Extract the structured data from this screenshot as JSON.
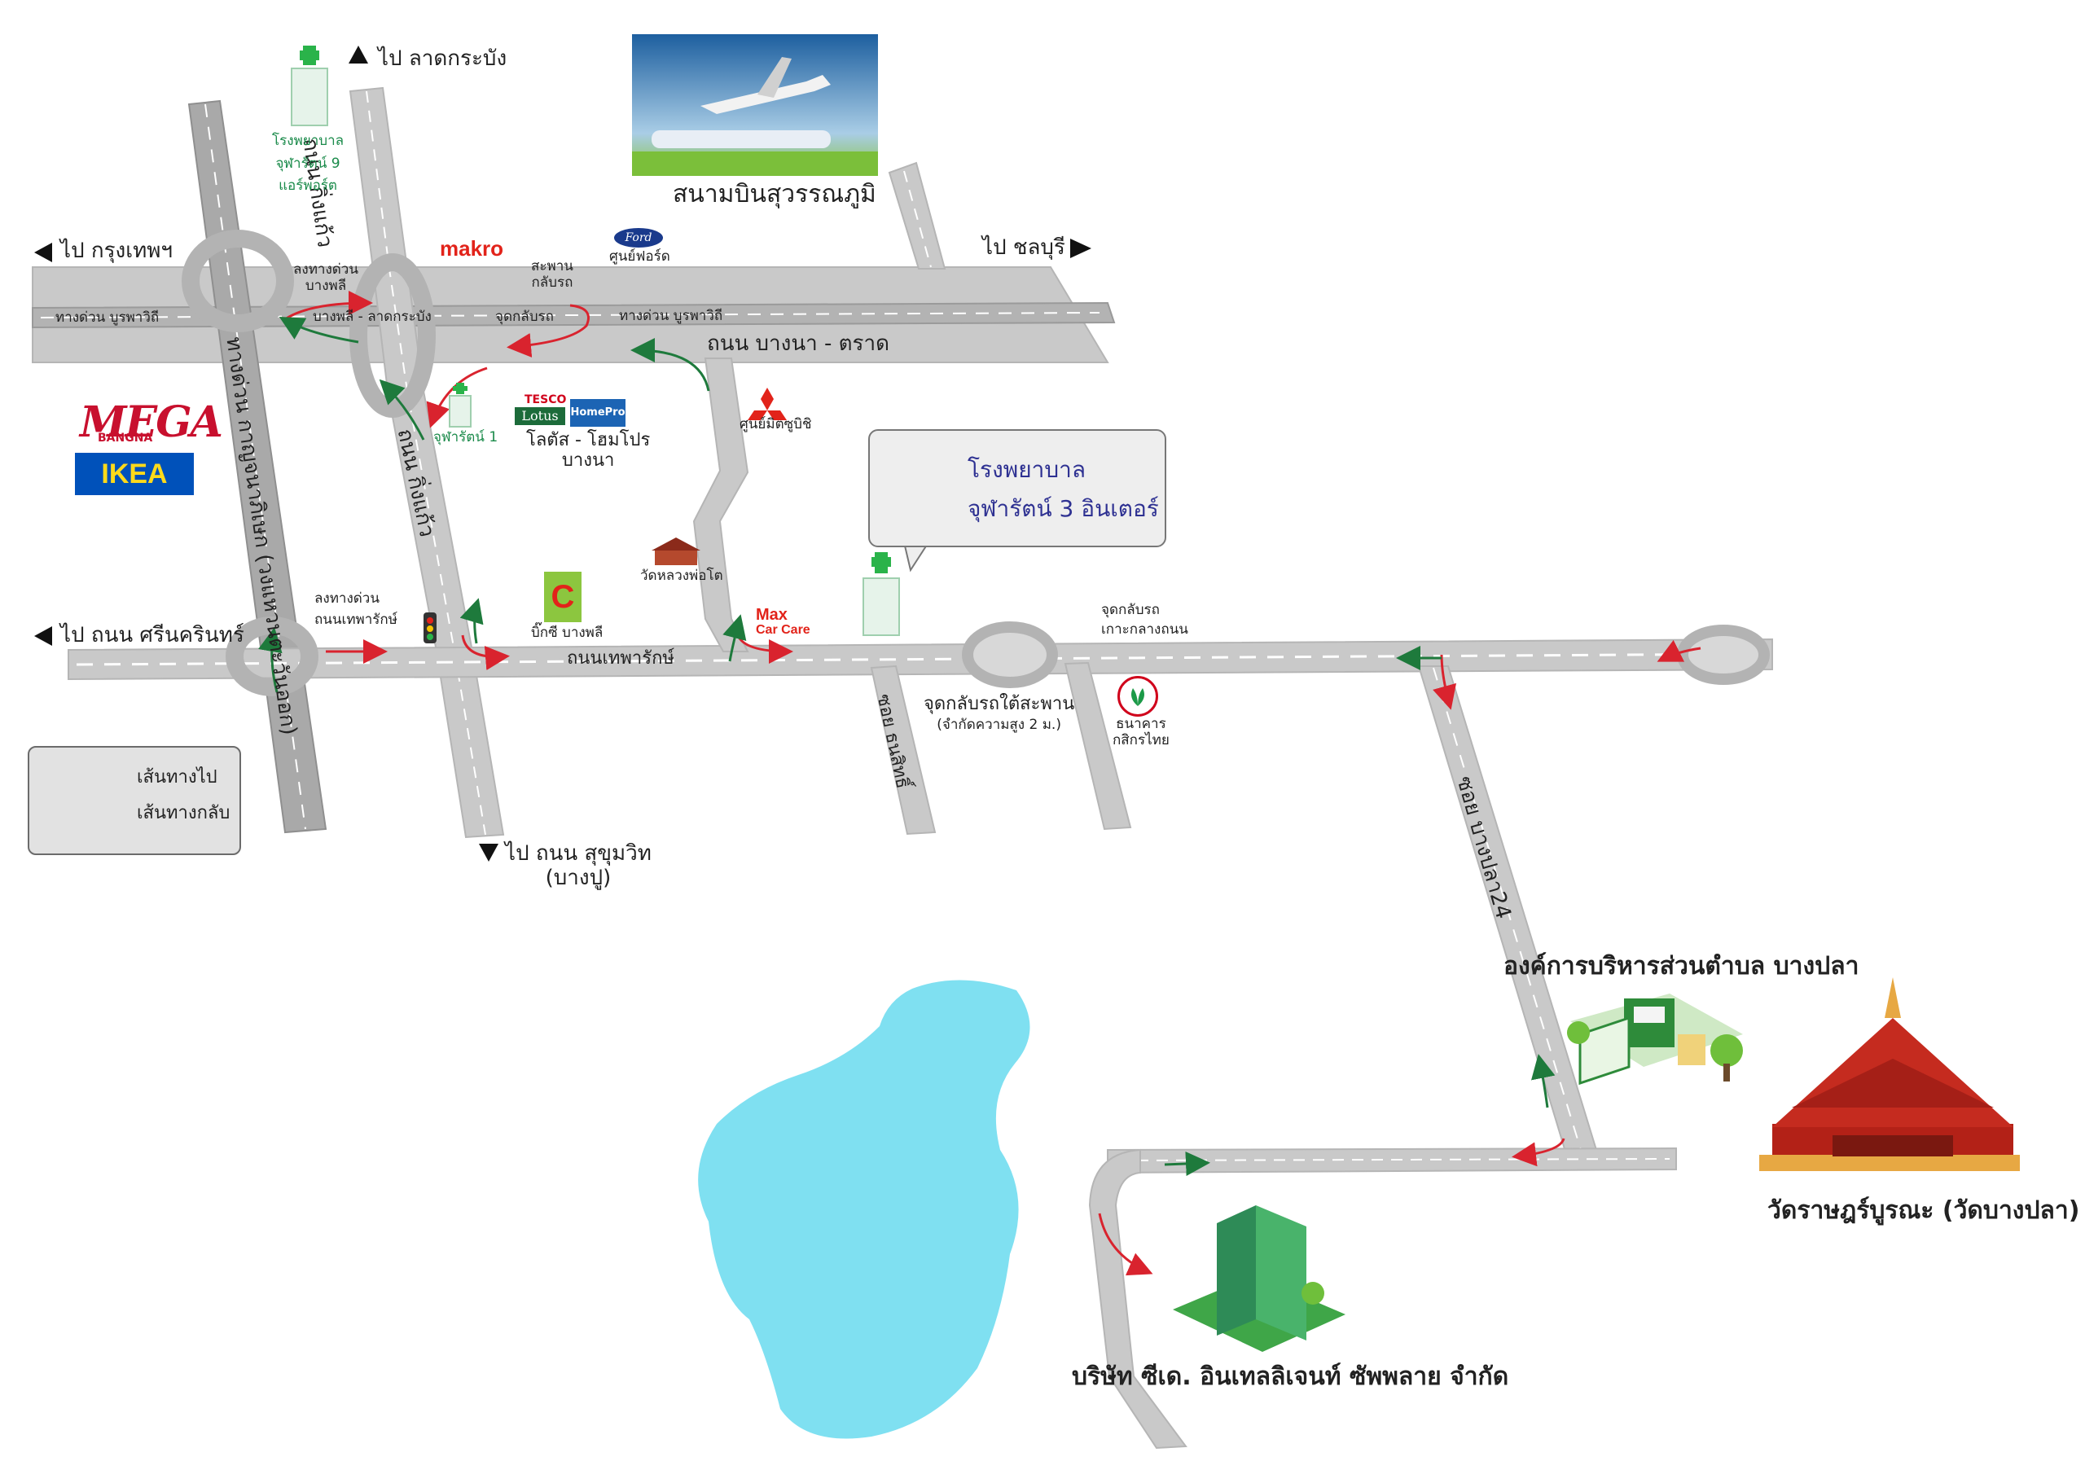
{
  "colors": {
    "road": "#c9c9c9",
    "road_dark": "#a9a9a9",
    "outbound_arrow": "#d9232e",
    "return_arrow": "#1e7a3c",
    "lake": "#7fe0f1",
    "hospital_green": "#1a8a4a",
    "callout_text": "#2e3192"
  },
  "directions": {
    "to_latkrabang": "ไป ลาดกระบัง",
    "to_bangkok": "ไป กรุงเทพฯ",
    "to_chonburi": "ไป ชลบุรี",
    "to_srinakarin": "ไป ถนน ศรีนครินทร์",
    "to_sukhumvit": "ไป ถนน สุขุมวิท",
    "to_sukhumvit_sub": "(บางปู)"
  },
  "roads": {
    "king_kaeo_top": "ถนน กิ่งแก้ว",
    "king_kaeo_mid": "ถนน กิ่งแก้ว",
    "bangna_trat": "ถนน บางนา - ตราด",
    "burapha_withi_left": "ทางด่วน บูรพาวิถี",
    "burapha_withi_right": "ทางด่วน บูรพาวิถี",
    "bangphli_latkrabang": "บางพลี - ลาดกระบัง",
    "kanchanaphisek": "ทางด่วน กาญจนาภิเษก (วงแหวนตะวันออก)",
    "thepharak": "ถนนเทพารักษ์",
    "soi_thanasit": "ซอย ธนสิทธิ์",
    "soi_bangpla24": "ซอย บางปลา24"
  },
  "places": {
    "chularat9_hospital": [
      "โรงพยาบาล",
      "จุฬารัตน์ 9",
      "แอร์พอร์ต"
    ],
    "airport": "สนามบินสุวรรณภูมิ",
    "ford_center": "ศูนย์ฟอร์ด",
    "makro": "makro",
    "ford_logo": "Ford",
    "mega_logo": "MEGA",
    "mega_sub": "BANGNA",
    "ikea_logo": "IKEA",
    "chularat1": "จุฬารัตน์ 1",
    "tesco_logo": "TESCO",
    "lotus_logo": "Lotus",
    "homepro_logo": "HomePro",
    "lotus_homepro": [
      "โลตัส - โฮมโปร",
      "บางนา"
    ],
    "mitsubishi": "ศูนย์มิตซูบิชิ",
    "luang_pho_to_temple": "วัดหลวงพ่อโต",
    "bigc_logo": "C",
    "bigc": "บิ๊กซี บางพลี",
    "maxcare_1": "Max",
    "maxcare_2": "Car Care",
    "kasikorn": [
      "ธนาคาร",
      "กสิกรไทย"
    ],
    "sao_bangpla": "องค์การบริหารส่วนตำบล บางปลา",
    "wat_bangpla": "วัดราษฎร์บูรณะ (วัดบางปลา)",
    "company": "บริษัท ซีเด. อินเทลลิเจนท์ ซัพพลาย จำกัด"
  },
  "callout": {
    "line1": "โรงพยาบาล",
    "line2": "จุฬารัตน์ 3 อินเตอร์"
  },
  "turn_notes": {
    "expressway_down_bangphli": [
      "ลงทางด่วน",
      "บางพลี"
    ],
    "bridge_uturn": [
      "สะพาน",
      "กลับรถ"
    ],
    "uturn_point": "จุดกลับรถ",
    "expressway_down_thepharak": [
      "ลงทางด่วน",
      "ถนนเทพารักษ์"
    ],
    "uturn_under_bridge": [
      "จุดกลับรถใต้สะพาน",
      "(จำกัดความสูง 2 ม.)"
    ],
    "uturn_island": [
      "จุดกลับรถ",
      "เกาะกลางถนน"
    ]
  },
  "legend": {
    "outbound": "เส้นทางไป",
    "return": "เส้นทางกลับ"
  }
}
